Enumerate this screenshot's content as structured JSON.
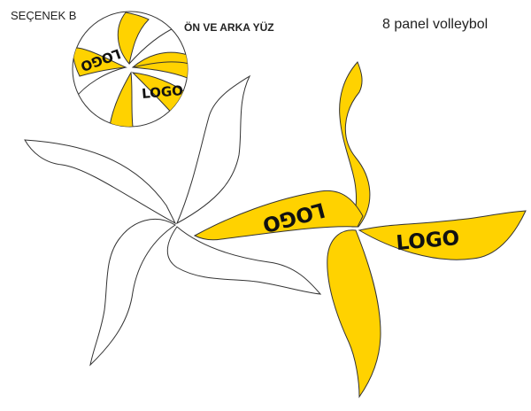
{
  "labels": {
    "option": "SEÇENEK B",
    "view": "ÖN VE ARKA YÜZ",
    "product": "8 panel volleybol"
  },
  "logo_text": "LOGO",
  "colors": {
    "yellow": "#FFD200",
    "outline": "#333333",
    "background": "#FFFFFF",
    "logo": "#111111"
  }
}
